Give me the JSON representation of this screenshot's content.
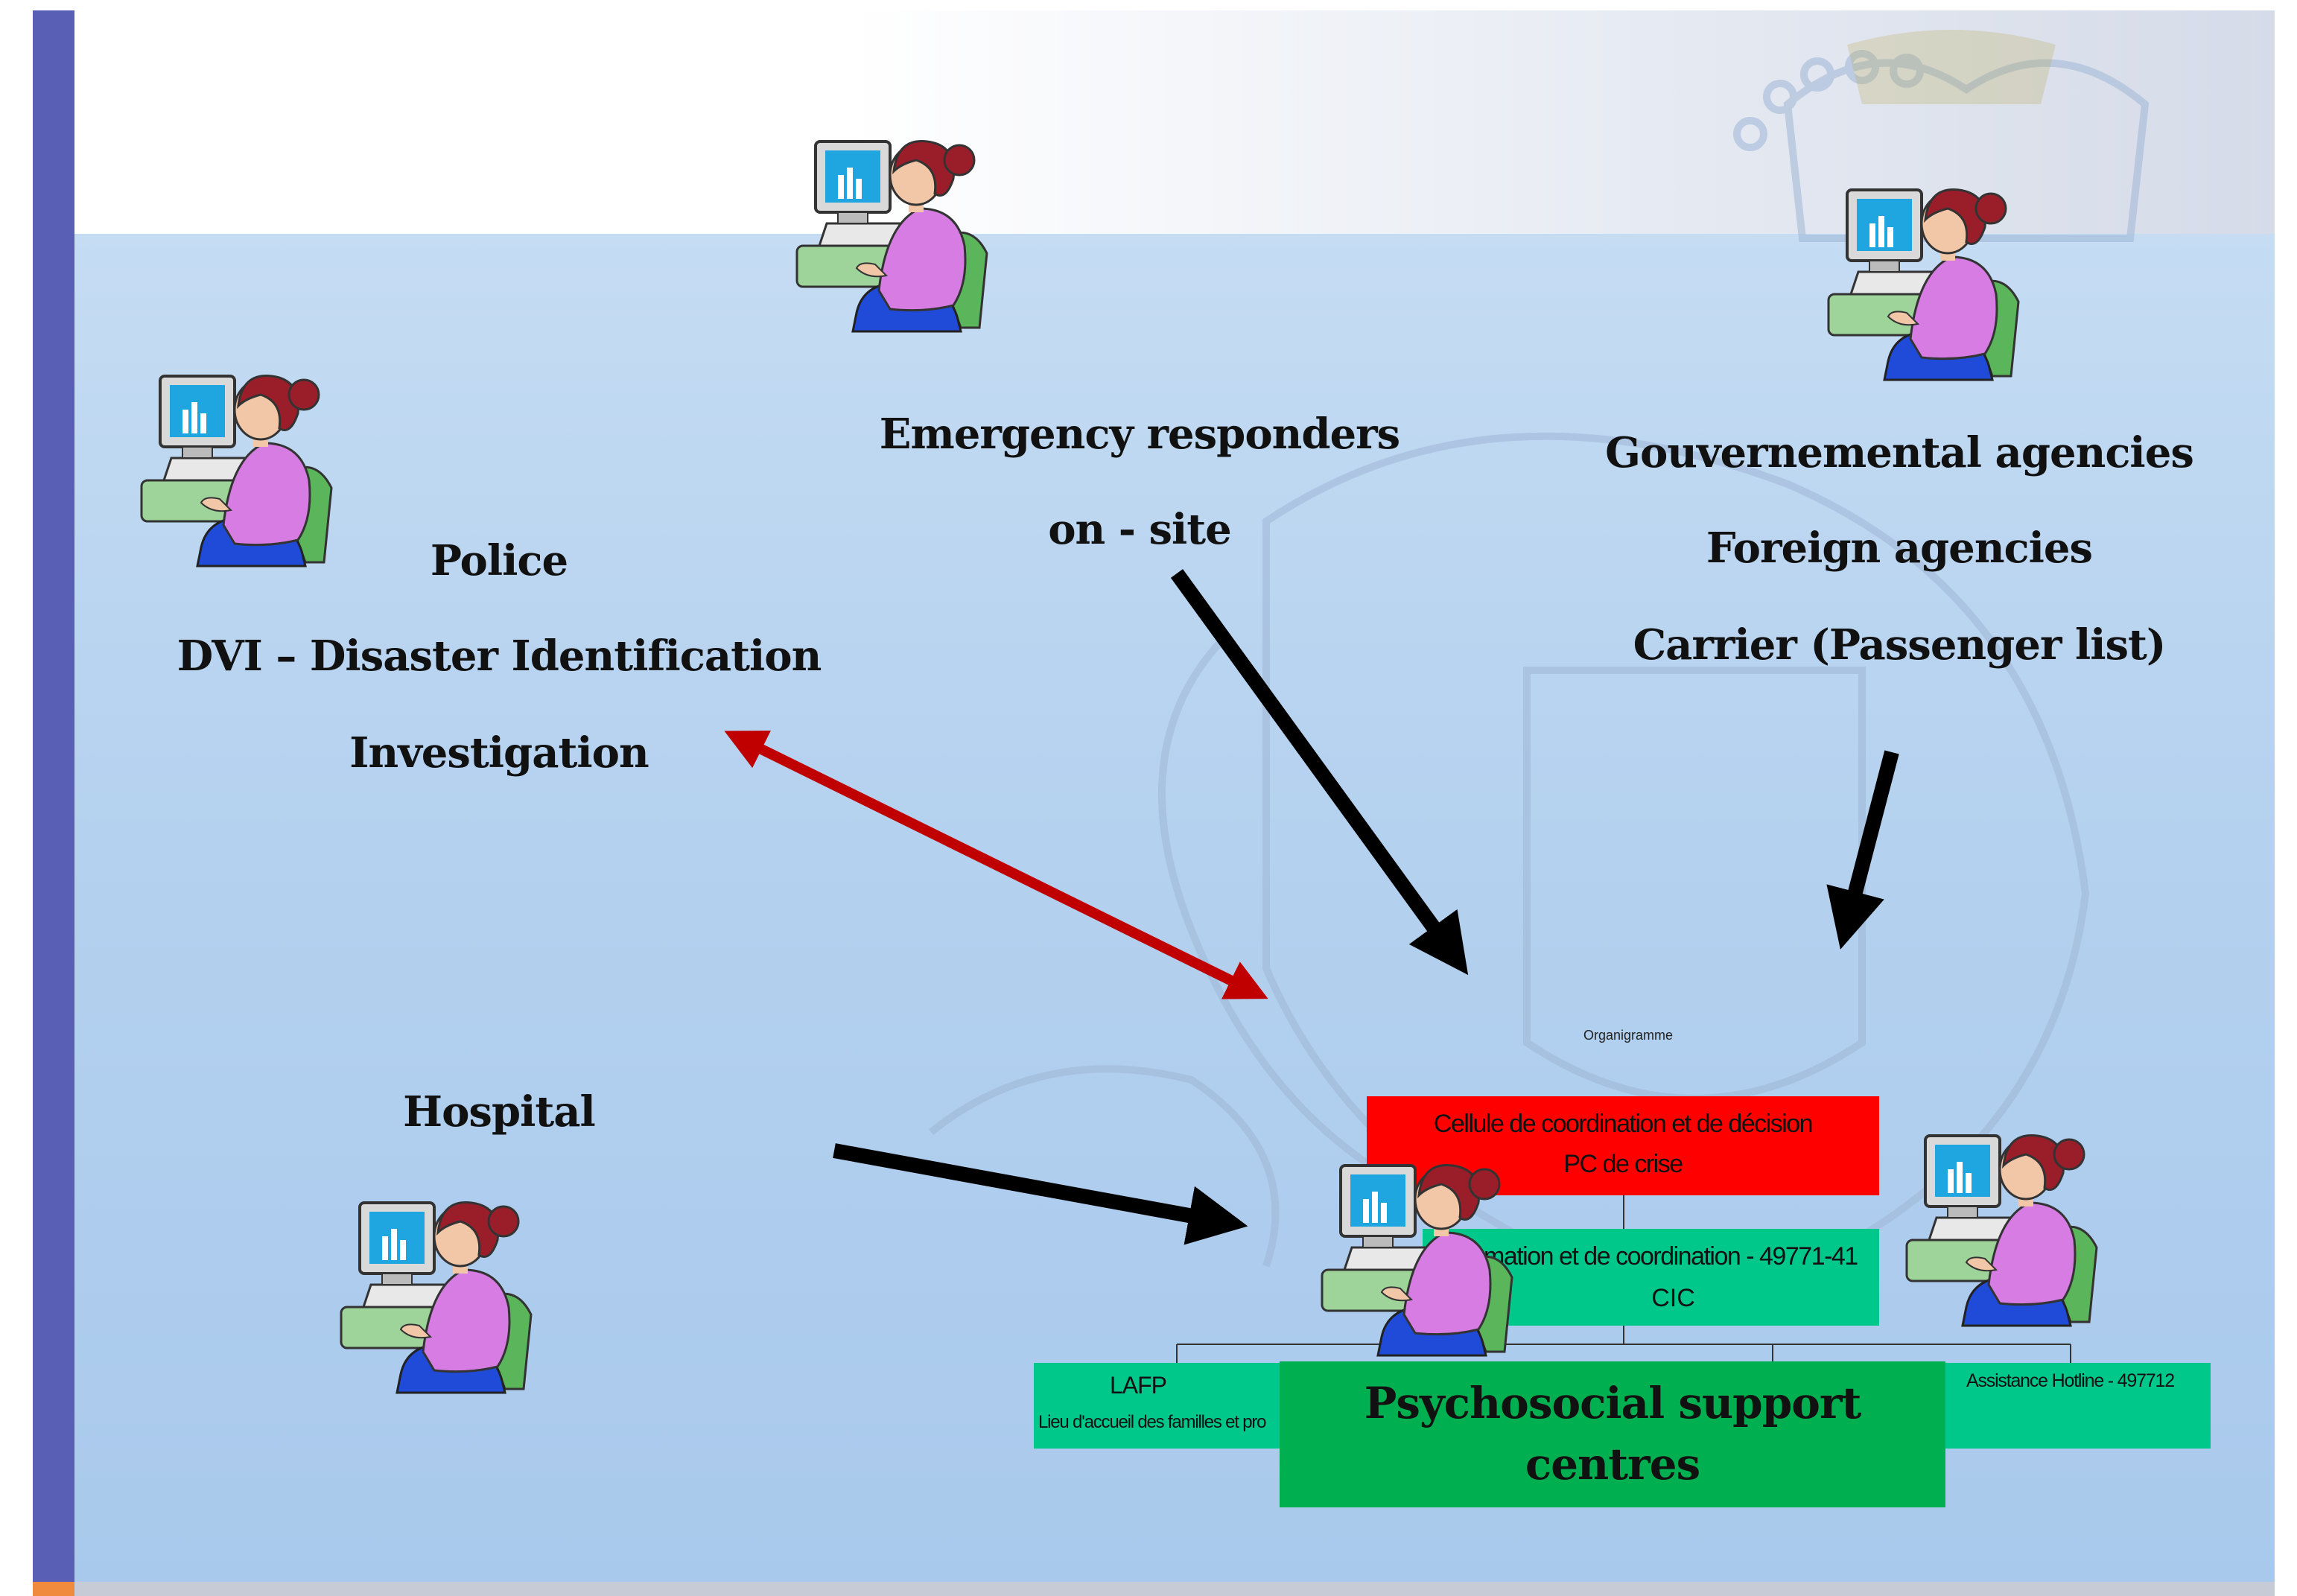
{
  "nodes": {
    "police": {
      "lines": [
        "Police",
        "DVI – Disaster Identification",
        "Investigation"
      ]
    },
    "emergency": {
      "lines": [
        "Emergency responders",
        "on - site"
      ]
    },
    "government": {
      "lines": [
        "Gouvernemental agencies",
        "Foreign agencies",
        "Carrier (Passenger list)"
      ]
    },
    "hospital": {
      "label": "Hospital"
    }
  },
  "organigram": {
    "title": "Organigramme",
    "top_box": {
      "line1": "Cellule de coordination et de décision",
      "line2": "PC de crise",
      "color": "#ff0000"
    },
    "mid_box": {
      "line1": "mation et de coordination - 49771-41",
      "line2": "CIC",
      "color": "#00c88a"
    },
    "lafp_box": {
      "line1": "LAFP",
      "line2": "Lieu d'accueil des familles et pro",
      "color": "#00c88a"
    },
    "hotline_box": {
      "line1": "Assistance Hotline - 497712",
      "color": "#00c88a"
    },
    "psycho_box": {
      "line1": "Psychosocial support",
      "line2": "centres",
      "color": "#00b050"
    }
  },
  "icons": [
    "office-worker-icon",
    "office-worker-icon",
    "office-worker-icon",
    "office-worker-icon",
    "office-worker-icon",
    "office-worker-icon"
  ],
  "colors": {
    "accent_bar": "#5a5fb6",
    "arrow_black": "#000000",
    "arrow_red": "#c00000"
  }
}
